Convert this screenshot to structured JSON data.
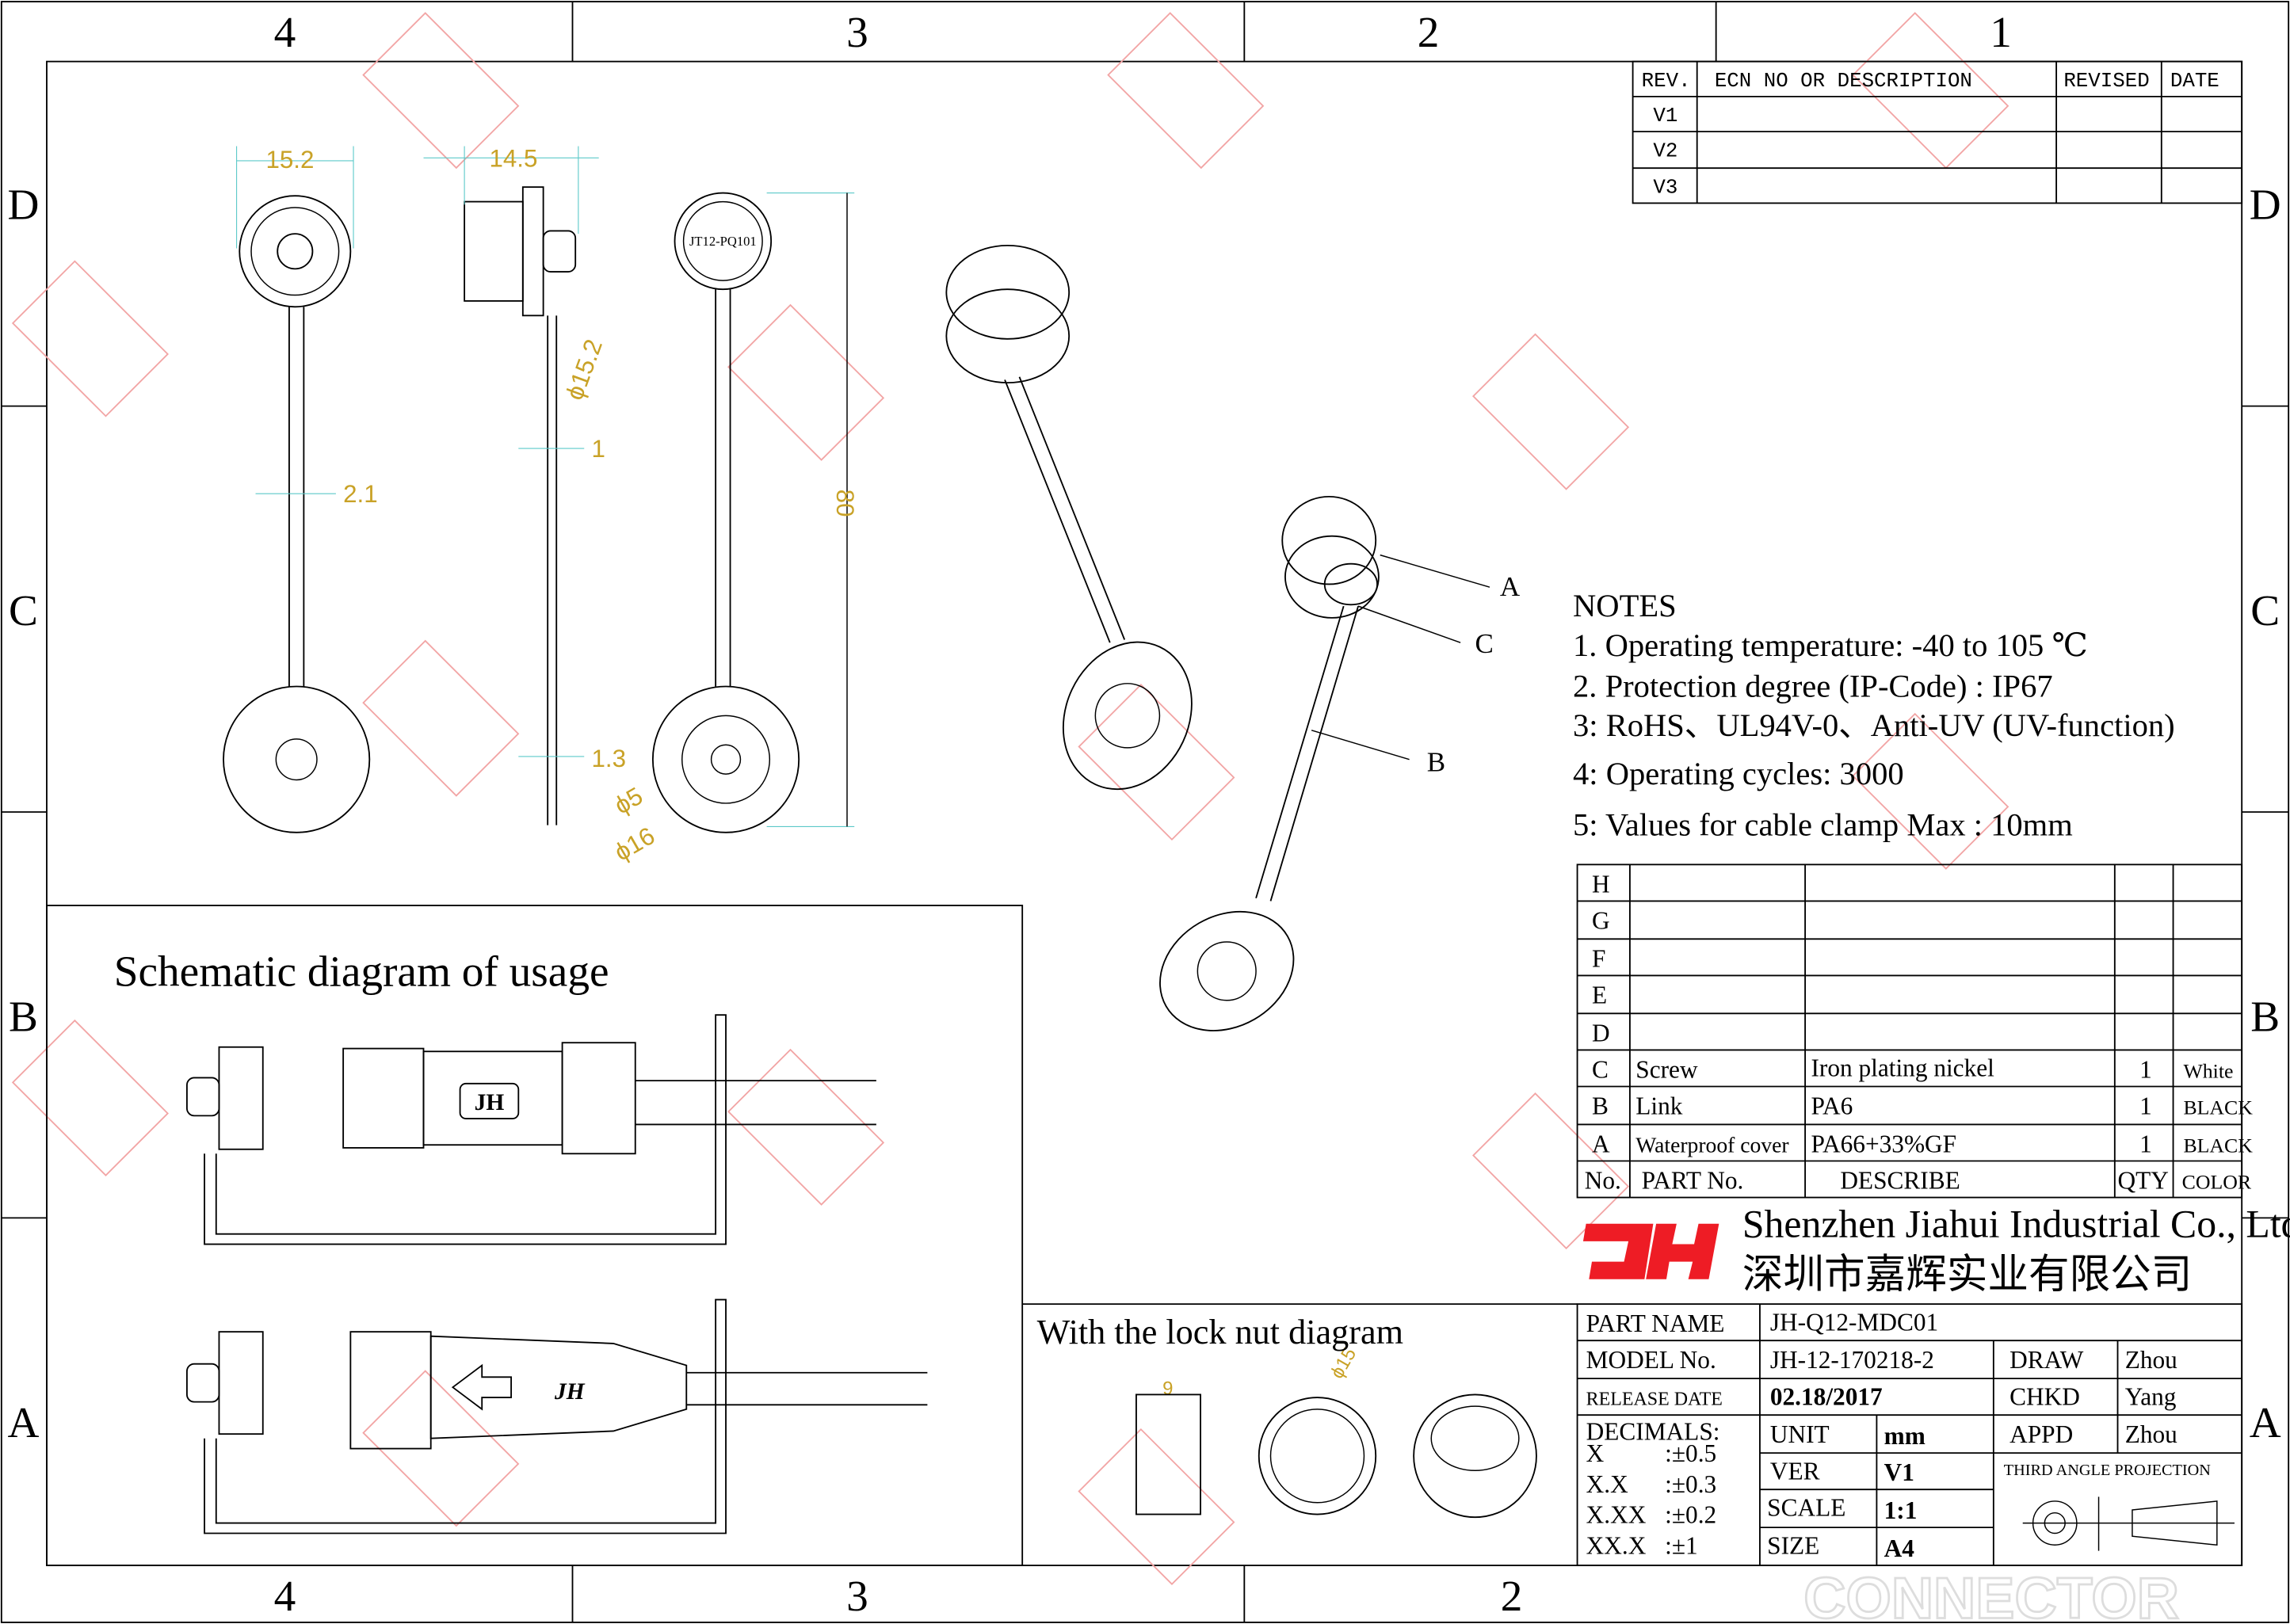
{
  "frame": {
    "top_zones": [
      "4",
      "3",
      "2",
      "1"
    ],
    "bottom_zones": [
      "4",
      "3",
      "2"
    ],
    "side_zones": [
      "D",
      "C",
      "B",
      "A"
    ]
  },
  "revision_table": {
    "headers": [
      "REV.",
      "ECN NO OR DESCRIPTION",
      "REVISED",
      "DATE"
    ],
    "rows": [
      "V1",
      "V2",
      "V3"
    ]
  },
  "dimensions": {
    "front_width": "15.2",
    "side_width": "14.5",
    "strap_width": "2.1",
    "strap_thickness": "1",
    "pad_thickness": "1.3",
    "cap_diameter": "ϕ15.2",
    "length": "80",
    "hole_diameter": "ϕ5",
    "pad_diameter": "ϕ16",
    "nut_width": "9",
    "nut_diameter": "ϕ15"
  },
  "part_marking": "JT12-PQ101",
  "callouts": [
    "A",
    "C",
    "B"
  ],
  "notes": {
    "title": "NOTES",
    "items": [
      "1. Operating temperature: -40 to 105 ℃",
      "2. Protection degree (IP-Code) : IP67",
      "3: RoHS、UL94V-0、Anti-UV (UV-function)",
      "4: Operating cycles: 3000",
      "5: Values for cable clamp Max : 10mm"
    ]
  },
  "parts_table": {
    "empty_rows": [
      "H",
      "G",
      "F",
      "E",
      "D"
    ],
    "rows": [
      {
        "no": "C",
        "part": "Screw",
        "describe": "Iron plating nickel",
        "qty": "1",
        "color": "White"
      },
      {
        "no": "B",
        "part": "Link",
        "describe": "PA6",
        "qty": "1",
        "color": "BLACK"
      },
      {
        "no": "A",
        "part": "Waterproof cover",
        "describe": "PA66+33%GF",
        "qty": "1",
        "color": "BLACK"
      }
    ],
    "headers": {
      "no": "No.",
      "part": "PART No.",
      "describe": "DESCRIBE",
      "qty": "QTY",
      "color": "COLOR"
    }
  },
  "company": {
    "logo": "JH",
    "name_en": "Shenzhen Jiahui Industrial Co., Ltd.",
    "name_cn": "深圳市嘉辉实业有限公司",
    "brand_color": "#ee1c25"
  },
  "title_block": {
    "part_name_label": "PART NAME",
    "part_name": "JH-Q12-MDC01",
    "model_label": "MODEL No.",
    "model": "JH-12-170218-2",
    "release_label": "RELEASE DATE",
    "release": "02.18/2017",
    "decimals_label": "DECIMALS:",
    "decimals": [
      {
        "k": "X",
        "v": ":±0.5"
      },
      {
        "k": "X.X",
        "v": ":±0.3"
      },
      {
        "k": "X.XX",
        "v": ":±0.2"
      },
      {
        "k": "XX.X",
        "v": ":±1"
      }
    ],
    "unit_label": "UNIT",
    "unit": "mm",
    "ver_label": "VER",
    "ver": "V1",
    "scale_label": "SCALE",
    "scale": "1:1",
    "size_label": "SIZE",
    "size": "A4",
    "draw_label": "DRAW",
    "draw": "Zhou",
    "chkd_label": "CHKD",
    "chkd": "Yang",
    "appd_label": "APPD",
    "appd": "Zhou",
    "projection": "THIRD ANGLE PROJECTION"
  },
  "schematic": {
    "title": "Schematic diagram of usage",
    "logo": "JH"
  },
  "lock_nut": {
    "title": "With the lock nut diagram"
  },
  "watermark_bottom": "CONNECTOR"
}
